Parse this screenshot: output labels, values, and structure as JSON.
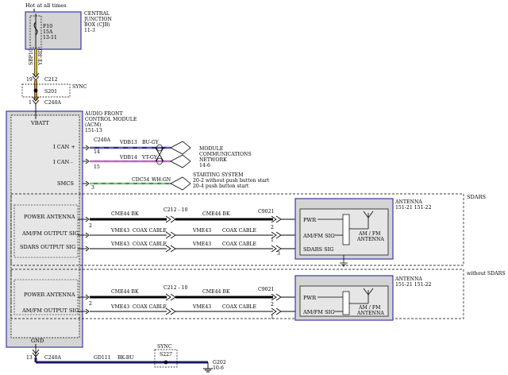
{
  "colors": {
    "box_stroke": "#3a3aaa",
    "box_fill": "#d4d4d4",
    "inner_fill": "#e6e6e6",
    "wire_yellow": "#e6c200",
    "wire_orange": "#d88a1c",
    "wire_blue": "#2a2a9a",
    "wire_gray": "#9a9a9a",
    "wire_violet": "#c060c0",
    "wire_green": "#3c9a3c",
    "wire_black": "#000000",
    "ground_wire": "#1a1a6a"
  },
  "top": {
    "hot_label": "Hot at all times",
    "fuse_name": "F10",
    "fuse_rating": "15A",
    "fuse_ref": "13-11",
    "cjb_title_1": "CENTRAL",
    "cjb_title_2": "JUNCTION",
    "cjb_title_3": "BOX (CJB)",
    "cjb_ref": "11-3"
  },
  "feed": {
    "circuit": "SBP10",
    "color": "YE-RD",
    "c212_pin": "19",
    "c212": "C212",
    "sync": "SYNC",
    "splice": "S201",
    "c240a_pin": "1",
    "c240a": "C240A"
  },
  "acm": {
    "title_1": "AUDIO FRONT",
    "title_2": "CONTROL MODULE",
    "title_3": "(ACM)",
    "ref": "151-13",
    "vbatt": "VBATT",
    "ground": "GND"
  },
  "can": {
    "connector": "C240A",
    "hi_label": "I CAN +",
    "hi_pin": "14",
    "hi_circuit": "VDB13",
    "hi_color": "BU-GY",
    "lo_label": "I CAN -",
    "lo_pin": "15",
    "lo_circuit": "VDB14",
    "lo_color": "VT-GY",
    "network_1": "MODULE",
    "network_2": "COMMUNICATIONS",
    "network_3": "NETWORK",
    "network_ref": "14-6"
  },
  "smcs": {
    "label": "SMCS",
    "pin": "3",
    "circuit": "CDC54",
    "color": "WH-GN",
    "dest_title": "STARTING SYSTEM",
    "dest_line_1": "20-2  without push button start",
    "dest_line_2": "20-4  push button start"
  },
  "sdars": {
    "label": "SDARS",
    "power_label": "POWER ANTENNA",
    "amfm_label": "AM/FM OUTPUT SIG",
    "sdars_label": "SDARS OUTPUT SIG",
    "pin_2": "2",
    "pin_1": "1",
    "pin_3": "3",
    "c212_connector": "C212 - 10",
    "c9021": "C9021",
    "cme44_a": "CME44   BK",
    "cme44_b": "CME44   BK",
    "vme43_a": "VME43",
    "vme43_b": "VME43",
    "coax_a": "COAX CABLE",
    "coax_b": "COAX CABLE",
    "vme43_c": "VME43",
    "vme43_d": "VME43",
    "coax_c": "COAX CABLE",
    "coax_d": "COAX CABLE",
    "antenna_title": "ANTENNA",
    "antenna_ref": "151-21  151-22",
    "pwr": "PWR",
    "amfm_sig": "AM/FM SIG",
    "sdars_sig": "SDARS SIG",
    "amfm_antenna_1": "AM / FM",
    "amfm_antenna_2": "ANTENNA"
  },
  "nosdars": {
    "label": "without SDARS",
    "power_label": "POWER ANTENNA",
    "amfm_label": "AM/FM OUTPUT SIG",
    "pin_2": "2",
    "pin_1": "1",
    "c212_connector": "C212 - 10",
    "c9021": "C9021",
    "cme44_a": "CME44   BK",
    "cme44_b": "CME44   BK",
    "vme43_a": "VME43",
    "vme43_b": "VME43",
    "coax_a": "COAX CABLE",
    "coax_b": "COAX CABLE",
    "antenna_title": "ANTENNA",
    "antenna_ref": "151-21  151-22",
    "pwr": "PWR",
    "amfm_sig": "AM/FM SIG",
    "amfm_antenna_1": "AM / FM",
    "amfm_antenna_2": "ANTENNA"
  },
  "ground": {
    "pin": "13",
    "connector": "C240A",
    "circuit": "GD111",
    "color": "BK-BU",
    "sync": "SYNC",
    "splice": "S227",
    "ground_id": "G202",
    "ground_ref": "10-6"
  }
}
